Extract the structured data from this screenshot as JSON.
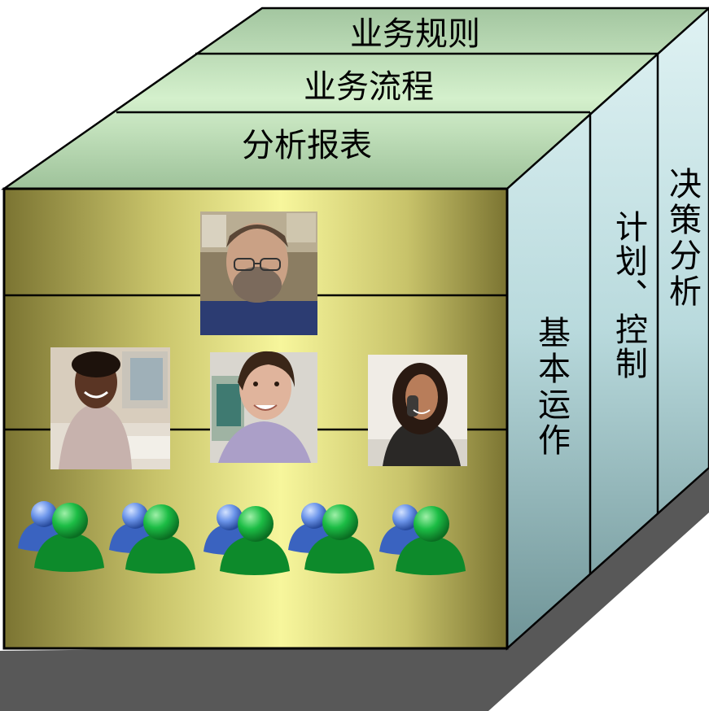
{
  "top_layers": [
    {
      "label": "业务规则"
    },
    {
      "label": "业务流程"
    },
    {
      "label": "分析报表"
    }
  ],
  "side_layers": [
    {
      "label": "基本运作"
    },
    {
      "label": "计划、控制"
    },
    {
      "label": "决策分析"
    }
  ],
  "photos": [
    {
      "name": "photo-man-glasses"
    },
    {
      "name": "photo-woman-office"
    },
    {
      "name": "photo-young-woman"
    },
    {
      "name": "photo-woman-phone"
    }
  ],
  "user_groups_count": 5,
  "colors": {
    "top_face": "#c6e9c0",
    "side_face": "#c4e2e4",
    "front_face_edge": "#7b7432",
    "front_face_center": "#f6f59a",
    "person_green": "#15a437",
    "person_blue": "#5a86e0",
    "shadow": "#595959"
  }
}
